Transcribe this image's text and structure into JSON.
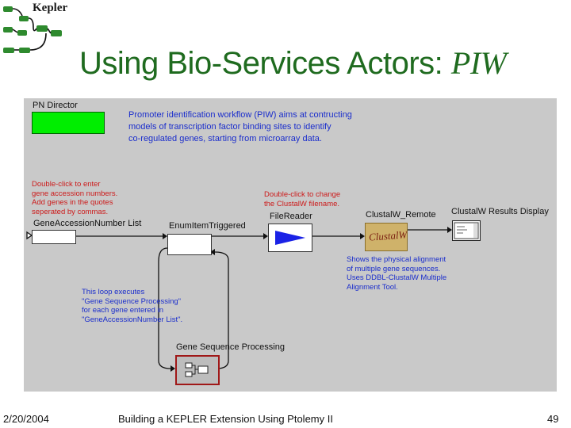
{
  "logo": {
    "text": "Kepler"
  },
  "slide": {
    "title_main": "Using Bio-Services Actors: ",
    "title_italic": "PIW"
  },
  "workflow": {
    "director_label": "PN Director",
    "description": [
      "Promoter identification workflow (PIW) aims at contructing",
      "models of transcription factor binding sites to identify",
      "co-regulated genes, starting from microarray data."
    ],
    "note_gene_input": [
      "Double-click to enter",
      "gene accession numbers.",
      "Add genes in the quotes",
      "seperated by commas."
    ],
    "note_filename": [
      "Double-click to change",
      "the ClustalW filename."
    ],
    "note_alignment": [
      "Shows the physical alignment",
      "of multiple gene sequences.",
      "Uses DDBL-ClustalW Multiple",
      "Alignment Tool."
    ],
    "note_loop": [
      "This loop executes",
      "\"Gene Sequence Processing\"",
      "for each gene entered in",
      "\"GeneAccessionNumber List\"."
    ],
    "actors": {
      "gene_list": "GeneAccessionNumber List",
      "enum": "EnumItemTriggered",
      "file_reader": "FileReader",
      "clustal_remote": "ClustalW_Remote",
      "clustal_icon_text": "ClustalW",
      "results_display": "ClustalW Results Display",
      "gene_processing": "Gene Sequence Processing"
    }
  },
  "footer": {
    "date": "2/20/2004",
    "center": "Building a KEPLER Extension Using Ptolemy II",
    "page": "49"
  },
  "colors": {
    "title": "#1f6b1f",
    "canvas": "#c9c9c9",
    "director": "#00ee00",
    "note_red": "#cc1a1a",
    "note_blue": "#1a2dcc"
  }
}
